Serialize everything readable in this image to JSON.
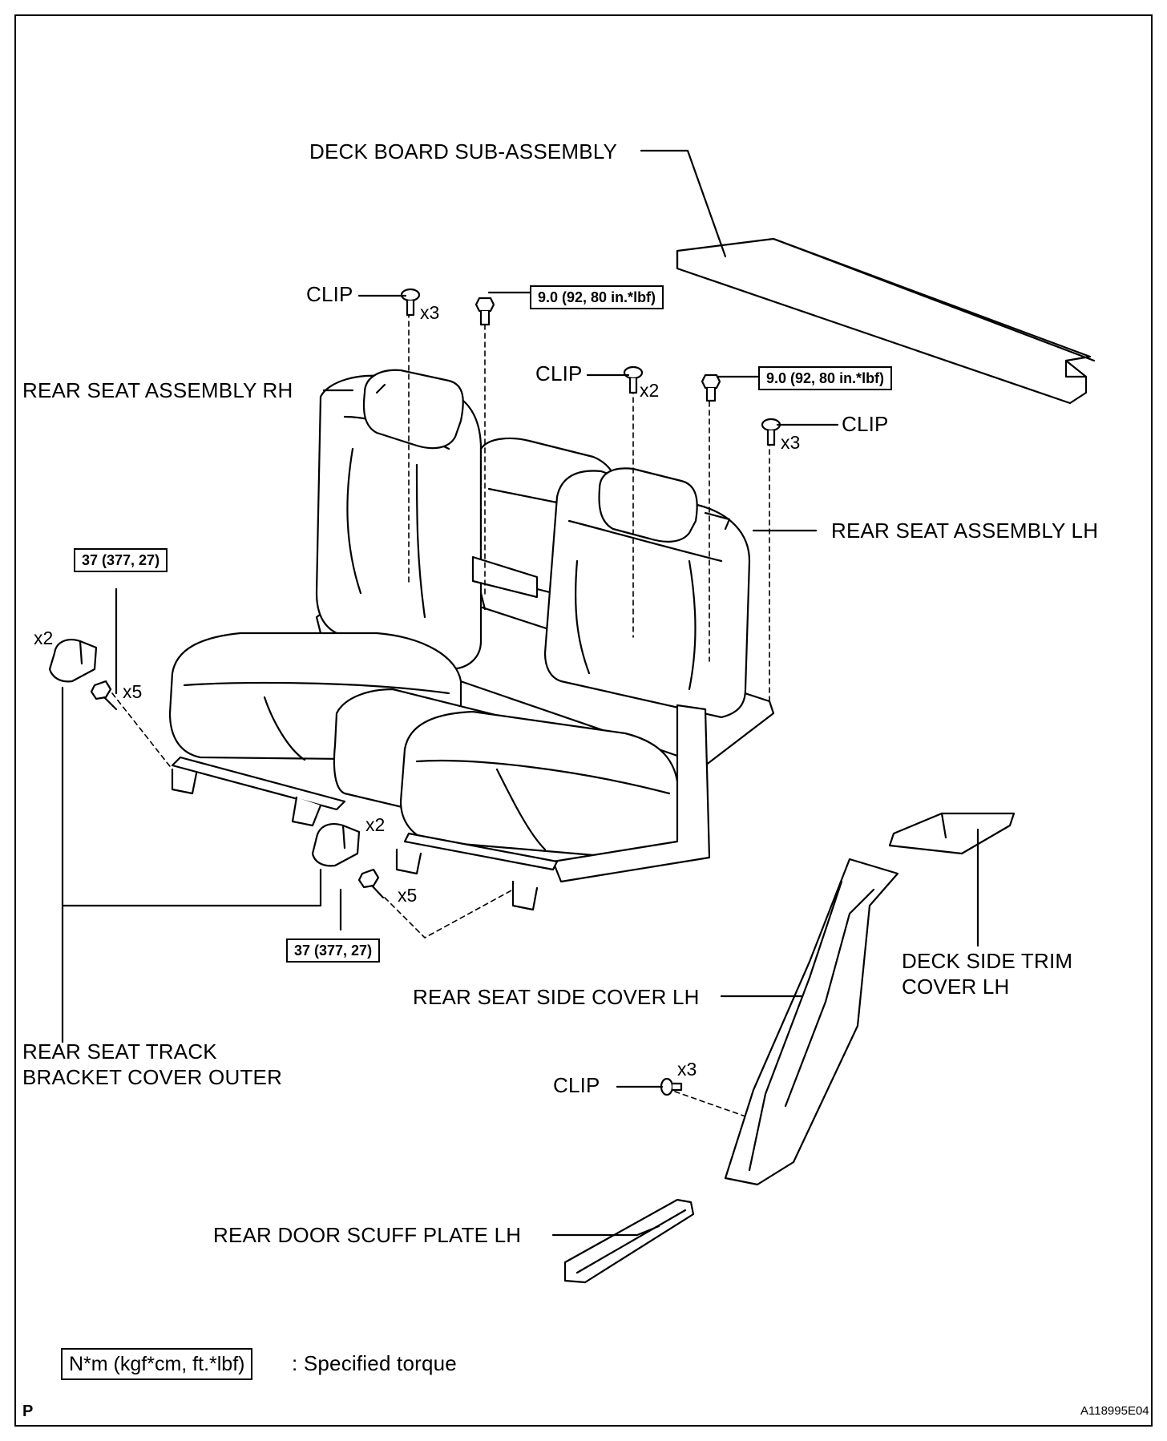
{
  "labels": {
    "deck_board": "DECK BOARD SUB-ASSEMBLY",
    "rear_seat_rh": "REAR SEAT ASSEMBLY RH",
    "rear_seat_lh": "REAR SEAT ASSEMBLY LH",
    "track_cover_line1": "REAR SEAT TRACK",
    "track_cover_line2": "BRACKET COVER OUTER",
    "side_cover": "REAR SEAT SIDE COVER LH",
    "deck_side_line1": "DECK SIDE TRIM",
    "deck_side_line2": "COVER LH",
    "scuff_plate": "REAR DOOR SCUFF PLATE LH"
  },
  "clip_label": "CLIP",
  "quantities": {
    "clip_1": "x3",
    "clip_2": "x2",
    "clip_3": "x3",
    "clip_4": "x3",
    "cover_1": "x2",
    "cover_2": "x2",
    "bolt_1": "x5",
    "bolt_2": "x5"
  },
  "torques": {
    "top_1": "9.0 (92, 80 in.*lbf)",
    "top_2": "9.0 (92, 80 in.*lbf)",
    "track_1": "37 (377, 27)",
    "track_2": "37 (377, 27)"
  },
  "legend": {
    "box": "N*m (kgf*cm, ft.*lbf)",
    "text": ": Specified torque"
  },
  "corner_left": "P",
  "corner_right": "A118995E04"
}
